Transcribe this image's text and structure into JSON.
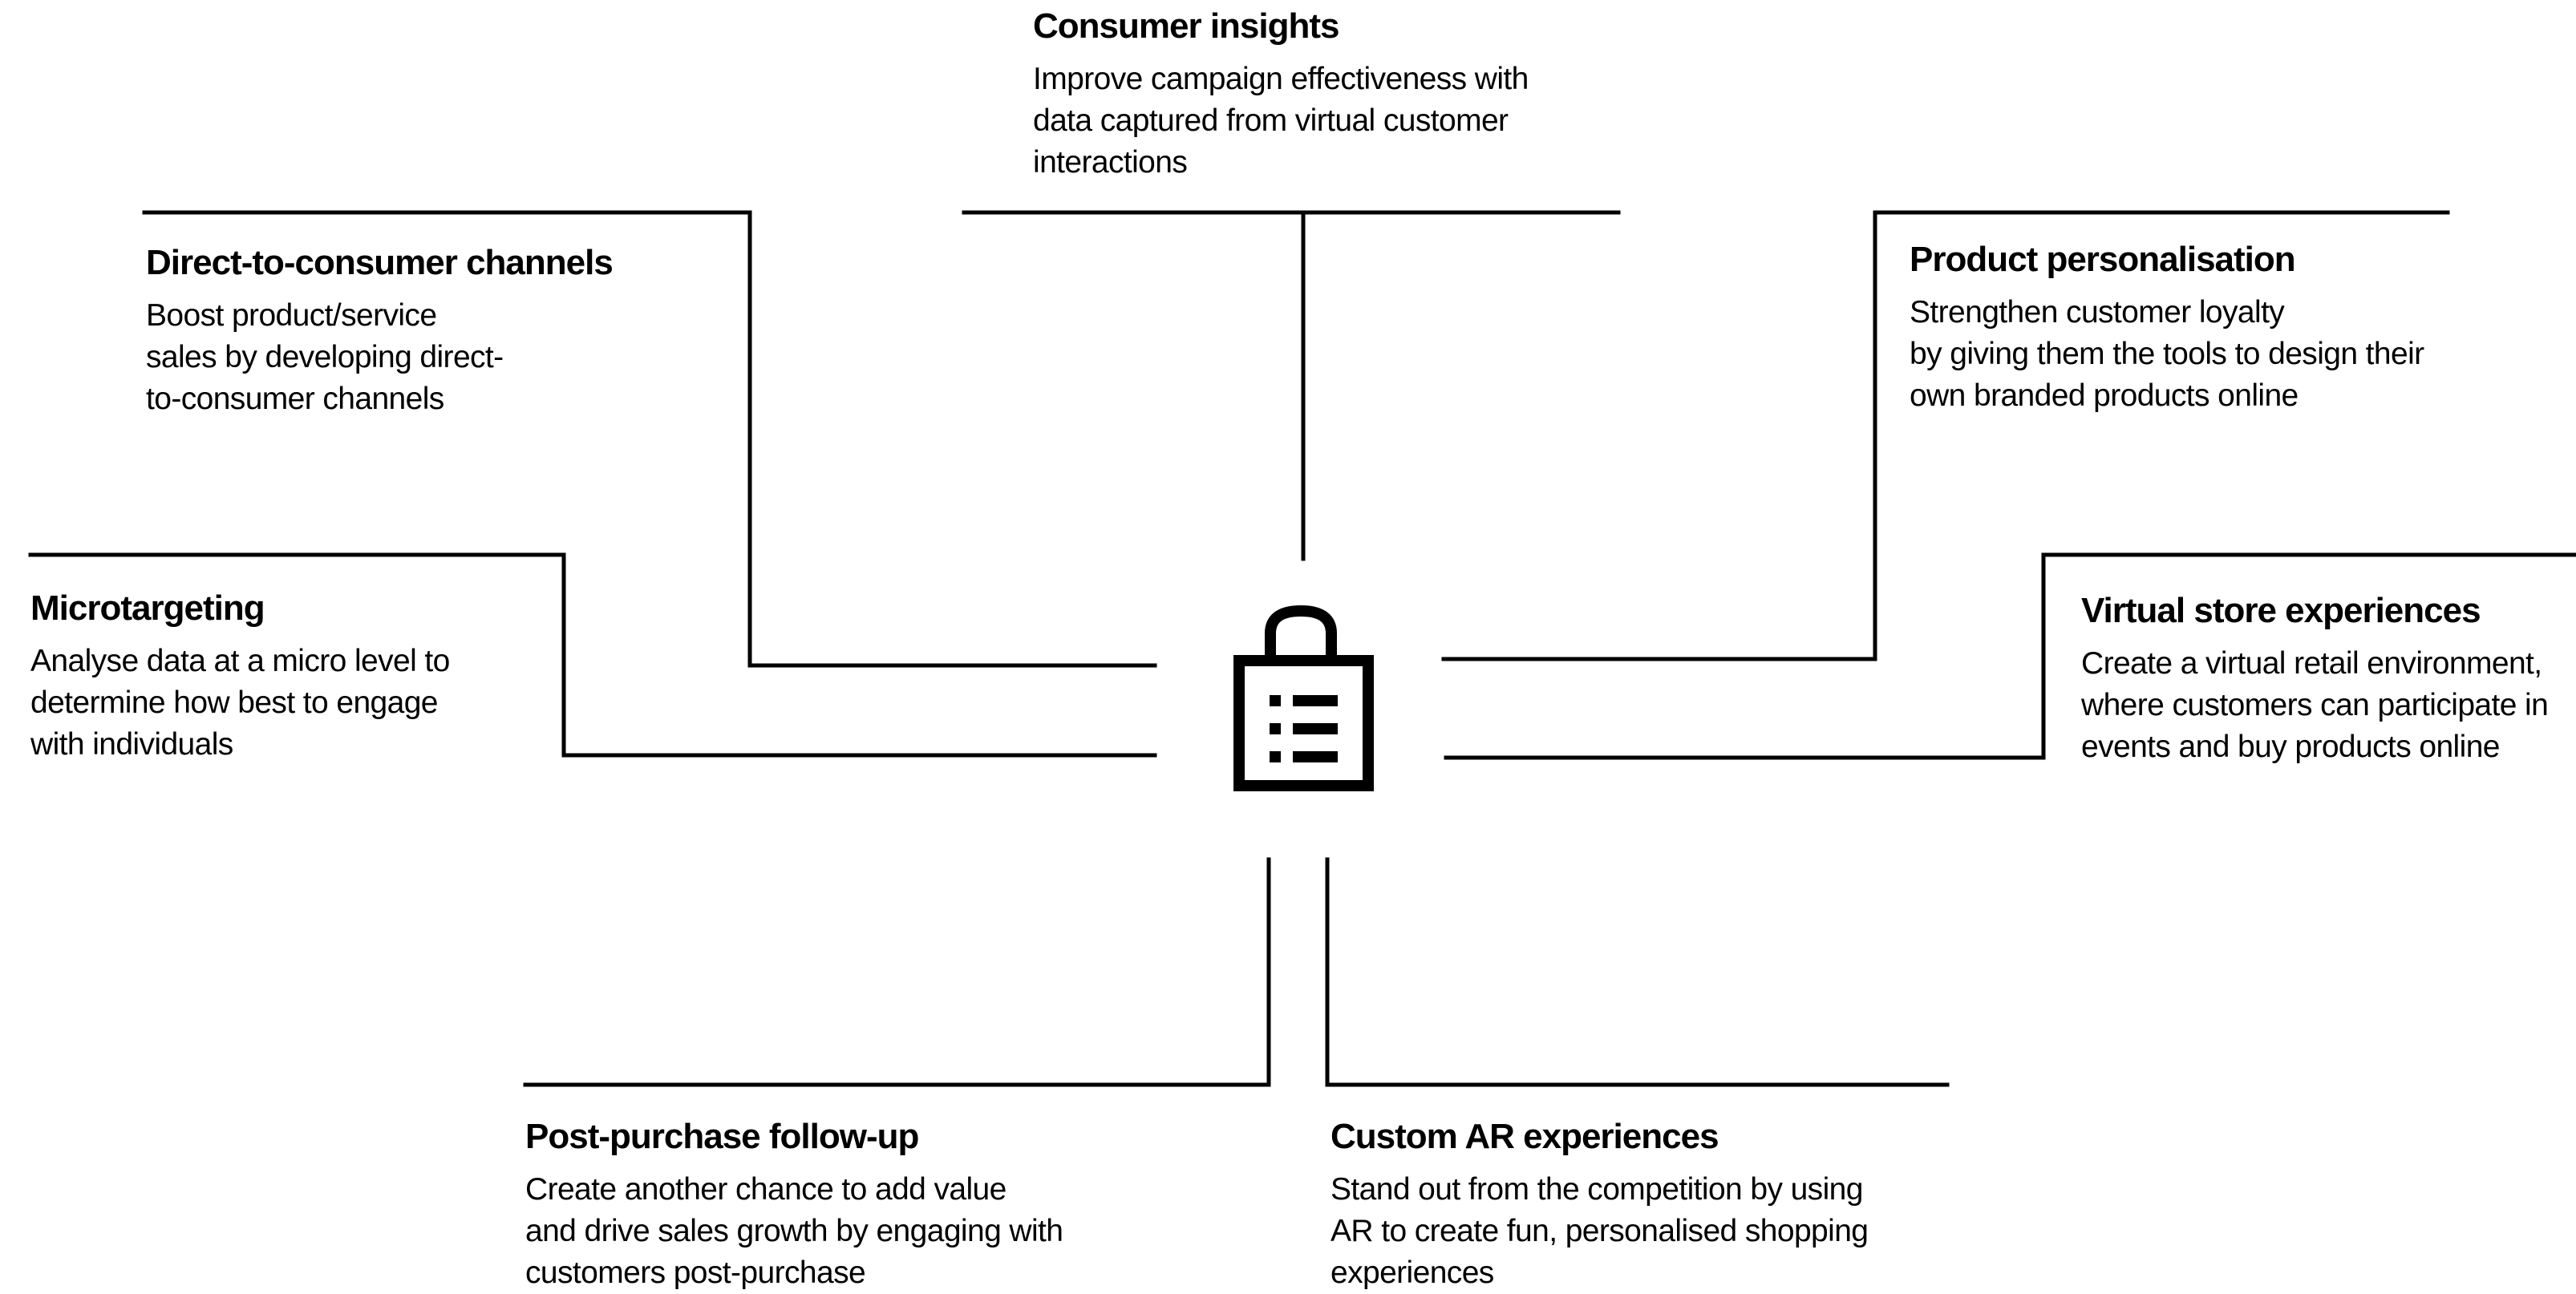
{
  "accent_color": "#000000",
  "center": {
    "icon": "shopping-bag-list-icon"
  },
  "items": [
    {
      "id": "consumer-insights",
      "title": "Consumer insights",
      "description": "Improve campaign effectiveness with\ndata captured from virtual customer\ninteractions"
    },
    {
      "id": "direct-to-consumer",
      "title": "Direct-to-consumer channels",
      "description": "Boost product/service\nsales by developing direct-\nto-consumer channels"
    },
    {
      "id": "product-personalisation",
      "title": "Product personalisation",
      "description": "Strengthen customer loyalty\nby giving them the tools to design their\nown branded products online"
    },
    {
      "id": "microtargeting",
      "title": "Microtargeting",
      "description": "Analyse data at a micro level to\ndetermine how best to engage\nwith individuals"
    },
    {
      "id": "virtual-store",
      "title": "Virtual store experiences",
      "description": "Create a virtual retail environment,\nwhere customers can participate in\nevents and buy products online"
    },
    {
      "id": "post-purchase",
      "title": "Post-purchase follow-up",
      "description": "Create another chance to add value\nand drive sales growth by engaging with\ncustomers post-purchase"
    },
    {
      "id": "custom-ar",
      "title": "Custom AR experiences",
      "description": "Stand out from the competition by using\nAR to create fun, personalised shopping\nexperiences"
    }
  ]
}
